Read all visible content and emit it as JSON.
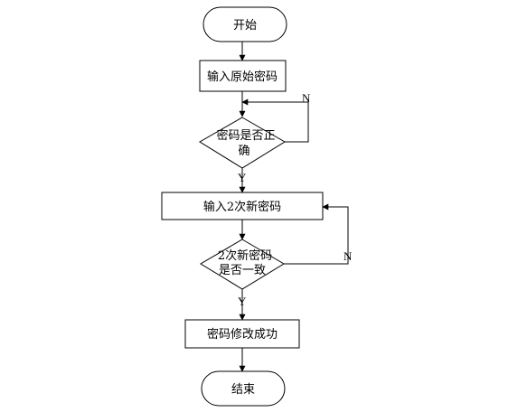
{
  "nodes": {
    "start": {
      "label": "开始"
    },
    "input_original": {
      "label": "输入原始密码"
    },
    "check_original": {
      "line1": "密码是否正",
      "line2": "确"
    },
    "input_new": {
      "label": "输入2次新密码"
    },
    "check_new": {
      "line1": "2次新密码",
      "line2": "是否一致"
    },
    "success": {
      "label": "密码修改成功"
    },
    "end": {
      "label": "结束"
    }
  },
  "edges": {
    "check_original_no": "N",
    "check_original_yes": "Y",
    "check_new_no": "N",
    "check_new_yes": "Y"
  }
}
